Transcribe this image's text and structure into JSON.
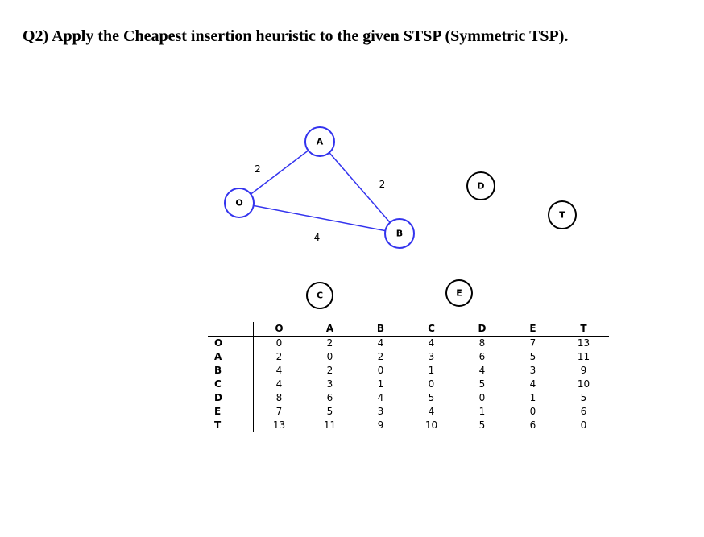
{
  "question": "Q2) Apply the Cheapest insertion heuristic to the given STSP (Symmetric TSP).",
  "graph": {
    "nodes": [
      {
        "id": "A",
        "label": "A",
        "color": "#3333ee"
      },
      {
        "id": "O",
        "label": "O",
        "color": "#3333ee"
      },
      {
        "id": "B",
        "label": "B",
        "color": "#3333ee"
      },
      {
        "id": "D",
        "label": "D",
        "color": "#000000"
      },
      {
        "id": "T",
        "label": "T",
        "color": "#000000"
      },
      {
        "id": "C",
        "label": "C",
        "color": "#000000"
      },
      {
        "id": "E",
        "label": "E",
        "color": "#000000"
      }
    ],
    "edges": [
      {
        "from": "O",
        "to": "A",
        "weight": "2"
      },
      {
        "from": "A",
        "to": "B",
        "weight": "2"
      },
      {
        "from": "O",
        "to": "B",
        "weight": "4"
      }
    ],
    "edge_color": "#3333ee"
  },
  "matrix": {
    "columns": [
      "O",
      "A",
      "B",
      "C",
      "D",
      "E",
      "T"
    ],
    "rows": [
      {
        "label": "O",
        "values": [
          "0",
          "2",
          "4",
          "4",
          "8",
          "7",
          "13"
        ]
      },
      {
        "label": "A",
        "values": [
          "2",
          "0",
          "2",
          "3",
          "6",
          "5",
          "11"
        ]
      },
      {
        "label": "B",
        "values": [
          "4",
          "2",
          "0",
          "1",
          "4",
          "3",
          "9"
        ]
      },
      {
        "label": "C",
        "values": [
          "4",
          "3",
          "1",
          "0",
          "5",
          "4",
          "10"
        ]
      },
      {
        "label": "D",
        "values": [
          "8",
          "6",
          "4",
          "5",
          "0",
          "1",
          "5"
        ]
      },
      {
        "label": "E",
        "values": [
          "7",
          "5",
          "3",
          "4",
          "1",
          "0",
          "6"
        ]
      },
      {
        "label": "T",
        "values": [
          "13",
          "11",
          "9",
          "10",
          "5",
          "6",
          "0"
        ]
      }
    ]
  }
}
